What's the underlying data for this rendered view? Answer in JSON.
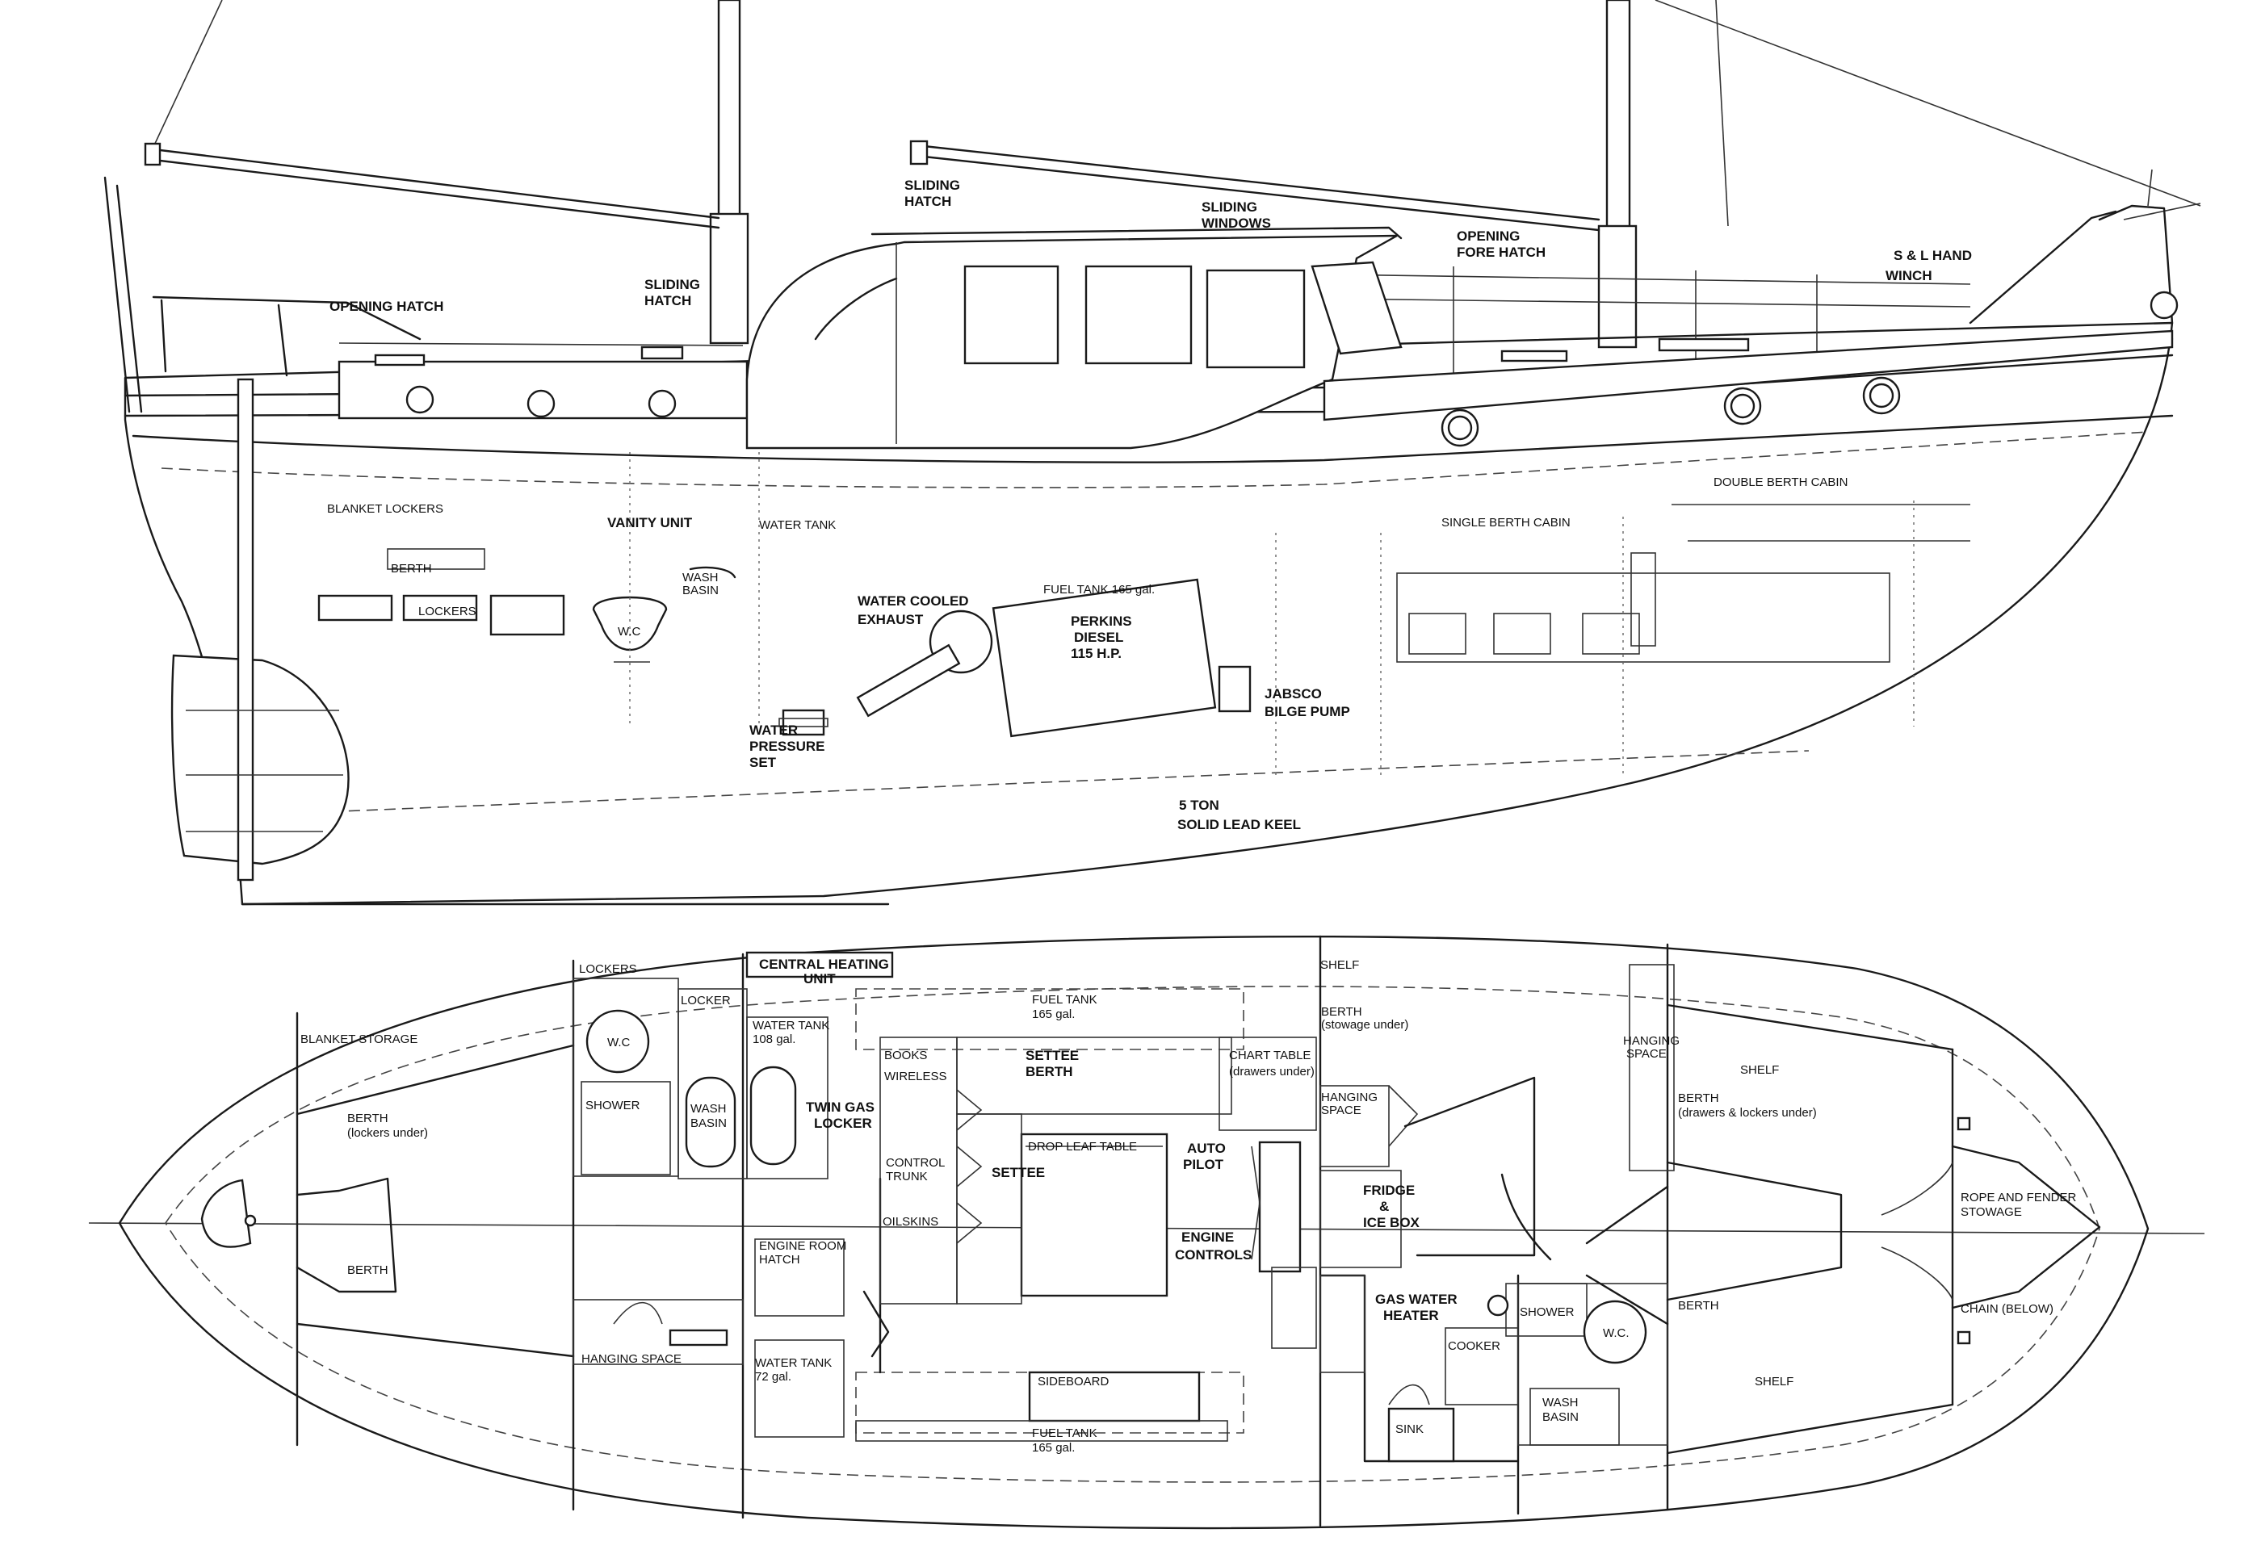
{
  "profile": {
    "opening_hatch": "OPENING HATCH",
    "sliding_hatch_aft_1": "SLIDING",
    "sliding_hatch_aft_2": "HATCH",
    "sliding_hatch_fwd_1": "SLIDING",
    "sliding_hatch_fwd_2": "HATCH",
    "sliding_windows_1": "SLIDING",
    "sliding_windows_2": "WINDOWS",
    "opening_fore_hatch_1": "OPENING",
    "opening_fore_hatch_2": "FORE HATCH",
    "winch_1": "S & L  HAND",
    "winch_2": "WINCH",
    "blanket_lockers": "BLANKET LOCKERS",
    "vanity_unit": "VANITY UNIT",
    "water_tank": "WATER TANK",
    "berth": "BERTH",
    "wash_basin_1": "WASH",
    "wash_basin_2": "BASIN",
    "lockers": "LOCKERS",
    "wc": "W.C",
    "water_cooled_exhaust_1": "WATER COOLED",
    "water_cooled_exhaust_2": "EXHAUST",
    "fuel_tank": "FUEL TANK  165 gal.",
    "engine_1": "PERKINS",
    "engine_2": "DIESEL",
    "engine_3": "115 H.P.",
    "jabsco_1": "JABSCO",
    "jabsco_2": "BILGE PUMP",
    "water_pressure_1": "WATER",
    "water_pressure_2": "PRESSURE",
    "water_pressure_3": "SET",
    "single_berth_cabin": "SINGLE BERTH CABIN",
    "double_berth_cabin": "DOUBLE BERTH CABIN",
    "keel_1": "5  TON",
    "keel_2": "SOLID LEAD KEEL"
  },
  "plan": {
    "blanket_storage": "BLANKET STORAGE",
    "berth_aft_1": "BERTH",
    "berth_aft_2": "(lockers under)",
    "berth_aft_lower": "BERTH",
    "lockers": "LOCKERS",
    "locker": "LOCKER",
    "wc_aft": "W.C",
    "shower_aft": "SHOWER",
    "wash_basin_aft_1": "WASH",
    "wash_basin_aft_2": "BASIN",
    "hanging_space_aft": "HANGING SPACE",
    "central_heating_1": "CENTRAL HEATING",
    "central_heating_2": "UNIT",
    "water_tank_108_1": "WATER TANK",
    "water_tank_108_2": "108 gal.",
    "twin_gas_1": "TWIN GAS",
    "twin_gas_2": "LOCKER",
    "engine_room_hatch_1": "ENGINE ROOM",
    "engine_room_hatch_2": "HATCH",
    "water_tank_72_1": "WATER TANK",
    "water_tank_72_2": "72 gal.",
    "books": "BOOKS",
    "wireless": "WIRELESS",
    "control_trunk_1": "CONTROL",
    "control_trunk_2": "TRUNK",
    "oilskins": "OILSKINS",
    "fuel_tank_top_1": "FUEL TANK",
    "fuel_tank_top_2": "165 gal.",
    "settee_berth_1": "SETTEE",
    "settee_berth_2": "BERTH",
    "drop_leaf_table": "DROP LEAF TABLE",
    "settee": "SETTEE",
    "auto_pilot_1": "AUTO",
    "auto_pilot_2": "PILOT",
    "engine_controls_1": "ENGINE",
    "engine_controls_2": "CONTROLS",
    "sideboard": "SIDEBOARD",
    "fuel_tank_bottom_1": "FUEL TANK",
    "fuel_tank_bottom_2": "165 gal.",
    "chart_table_1": "CHART TABLE",
    "chart_table_2": "(drawers under)",
    "shelf_mid": "SHELF",
    "berth_mid_1": "BERTH",
    "berth_mid_2": "(stowage under)",
    "hanging_space_mid_1": "HANGING",
    "hanging_space_mid_2": "SPACE",
    "fridge_1": "FRIDGE",
    "fridge_2": "&",
    "fridge_3": "ICE BOX",
    "gas_heater_1": "GAS WATER",
    "gas_heater_2": "HEATER",
    "cooker": "COOKER",
    "sink": "SINK",
    "shower_fwd": "SHOWER",
    "wc_fwd": "W.C.",
    "wash_basin_fwd_1": "WASH",
    "wash_basin_fwd_2": "BASIN",
    "hanging_space_fwd_1": "HANGING",
    "hanging_space_fwd_2": "SPACE",
    "shelf_fwd_top": "SHELF",
    "berth_fwd_1": "BERTH",
    "berth_fwd_2": "(drawers & lockers under)",
    "berth_fwd_lower": "BERTH",
    "shelf_fwd_bottom": "SHELF",
    "rope_fender_1": "ROPE AND FENDER",
    "rope_fender_2": "STOWAGE",
    "chain": "CHAIN (BELOW)"
  }
}
